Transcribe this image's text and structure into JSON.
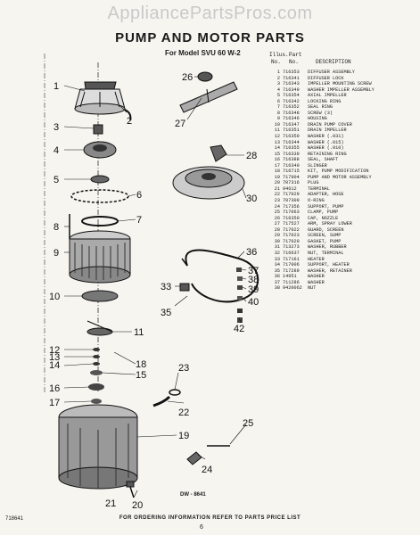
{
  "watermark": "AppliancePartsPros.com",
  "title": "PUMP AND MOTOR PARTS",
  "model": "For Model SVU 60 W-2",
  "list_header": {
    "illus": "Illus.",
    "part": "Part",
    "no1": "No.",
    "no2": "No.",
    "description": "DESCRIPTION"
  },
  "parts": [
    {
      "no": "1",
      "part": "716353",
      "desc": "DIFFUSER ASSEMBLY"
    },
    {
      "no": "2",
      "part": "716341",
      "desc": "DIFFUSER LOCK"
    },
    {
      "no": "3",
      "part": "716343",
      "desc": "IMPELLER MOUNTING SCREW"
    },
    {
      "no": "4",
      "part": "716349",
      "desc": "WASHER IMPELLER ASSEMBLY"
    },
    {
      "no": "5",
      "part": "716354",
      "desc": "AXIAL IMPELLER"
    },
    {
      "no": "6",
      "part": "716342",
      "desc": "LOCKING RING"
    },
    {
      "no": "7",
      "part": "716352",
      "desc": "SEAL RING"
    },
    {
      "no": "8",
      "part": "716348",
      "desc": "SCREW (3)"
    },
    {
      "no": "9",
      "part": "716346",
      "desc": "HOUSING"
    },
    {
      "no": "10",
      "part": "716347",
      "desc": "DRAIN PUMP COVER"
    },
    {
      "no": "11",
      "part": "716351",
      "desc": "DRAIN IMPELLER"
    },
    {
      "no": "12",
      "part": "716350",
      "desc": "WASHER (.031)"
    },
    {
      "no": "13",
      "part": "716344",
      "desc": "WASHER (.015)"
    },
    {
      "no": "14",
      "part": "716355",
      "desc": "WASHER (.010)"
    },
    {
      "no": "15",
      "part": "716339",
      "desc": "RETAINING RING"
    },
    {
      "no": "16",
      "part": "716388",
      "desc": "SEAL, SHAFT"
    },
    {
      "no": "17",
      "part": "716340",
      "desc": "SLINGER"
    },
    {
      "no": "18",
      "part": "716715",
      "desc": "KIT, PUMP MODIFICATION"
    },
    {
      "no": "19",
      "part": "717904",
      "desc": "PUMP AND MOTOR ASSEMBLY"
    },
    {
      "no": "20",
      "part": "707316",
      "desc": "PLUG"
    },
    {
      "no": "21",
      "part": "94612",
      "desc": "TERMINAL"
    },
    {
      "no": "22",
      "part": "717029",
      "desc": "ADAPTER, HOSE"
    },
    {
      "no": "23",
      "part": "707309",
      "desc": "O-RING"
    },
    {
      "no": "24",
      "part": "717356",
      "desc": "SUPPORT, PUMP"
    },
    {
      "no": "25",
      "part": "717063",
      "desc": "CLAMP, PUMP"
    },
    {
      "no": "26",
      "part": "716350",
      "desc": "CAP, NOZZLE"
    },
    {
      "no": "27",
      "part": "717527",
      "desc": "ARM, SPRAY LOWER"
    },
    {
      "no": "28",
      "part": "717022",
      "desc": "GUARD, SCREEN"
    },
    {
      "no": "29",
      "part": "717023",
      "desc": "SCREEN, SUMP"
    },
    {
      "no": "30",
      "part": "717020",
      "desc": "GASKET, PUMP"
    },
    {
      "no": "31",
      "part": "713273",
      "desc": "WASHER, RUBBER"
    },
    {
      "no": "32",
      "part": "716637",
      "desc": "NUT, TERMINAL"
    },
    {
      "no": "33",
      "part": "717161",
      "desc": "HEATER"
    },
    {
      "no": "34",
      "part": "717006",
      "desc": "SUPPORT, HEATER"
    },
    {
      "no": "35",
      "part": "717289",
      "desc": "WASHER, RETAINER"
    },
    {
      "no": "36",
      "part": "14951",
      "desc": "WASHER"
    },
    {
      "no": "37",
      "part": "711286",
      "desc": "WASHER"
    },
    {
      "no": "38",
      "part": "9420062",
      "desc": "NUT"
    }
  ],
  "drawing_id": "DW - 8641",
  "footer": "FOR ORDERING INFORMATION REFER TO PARTS PRICE LIST",
  "doc_number": "718641",
  "page_number": "6"
}
